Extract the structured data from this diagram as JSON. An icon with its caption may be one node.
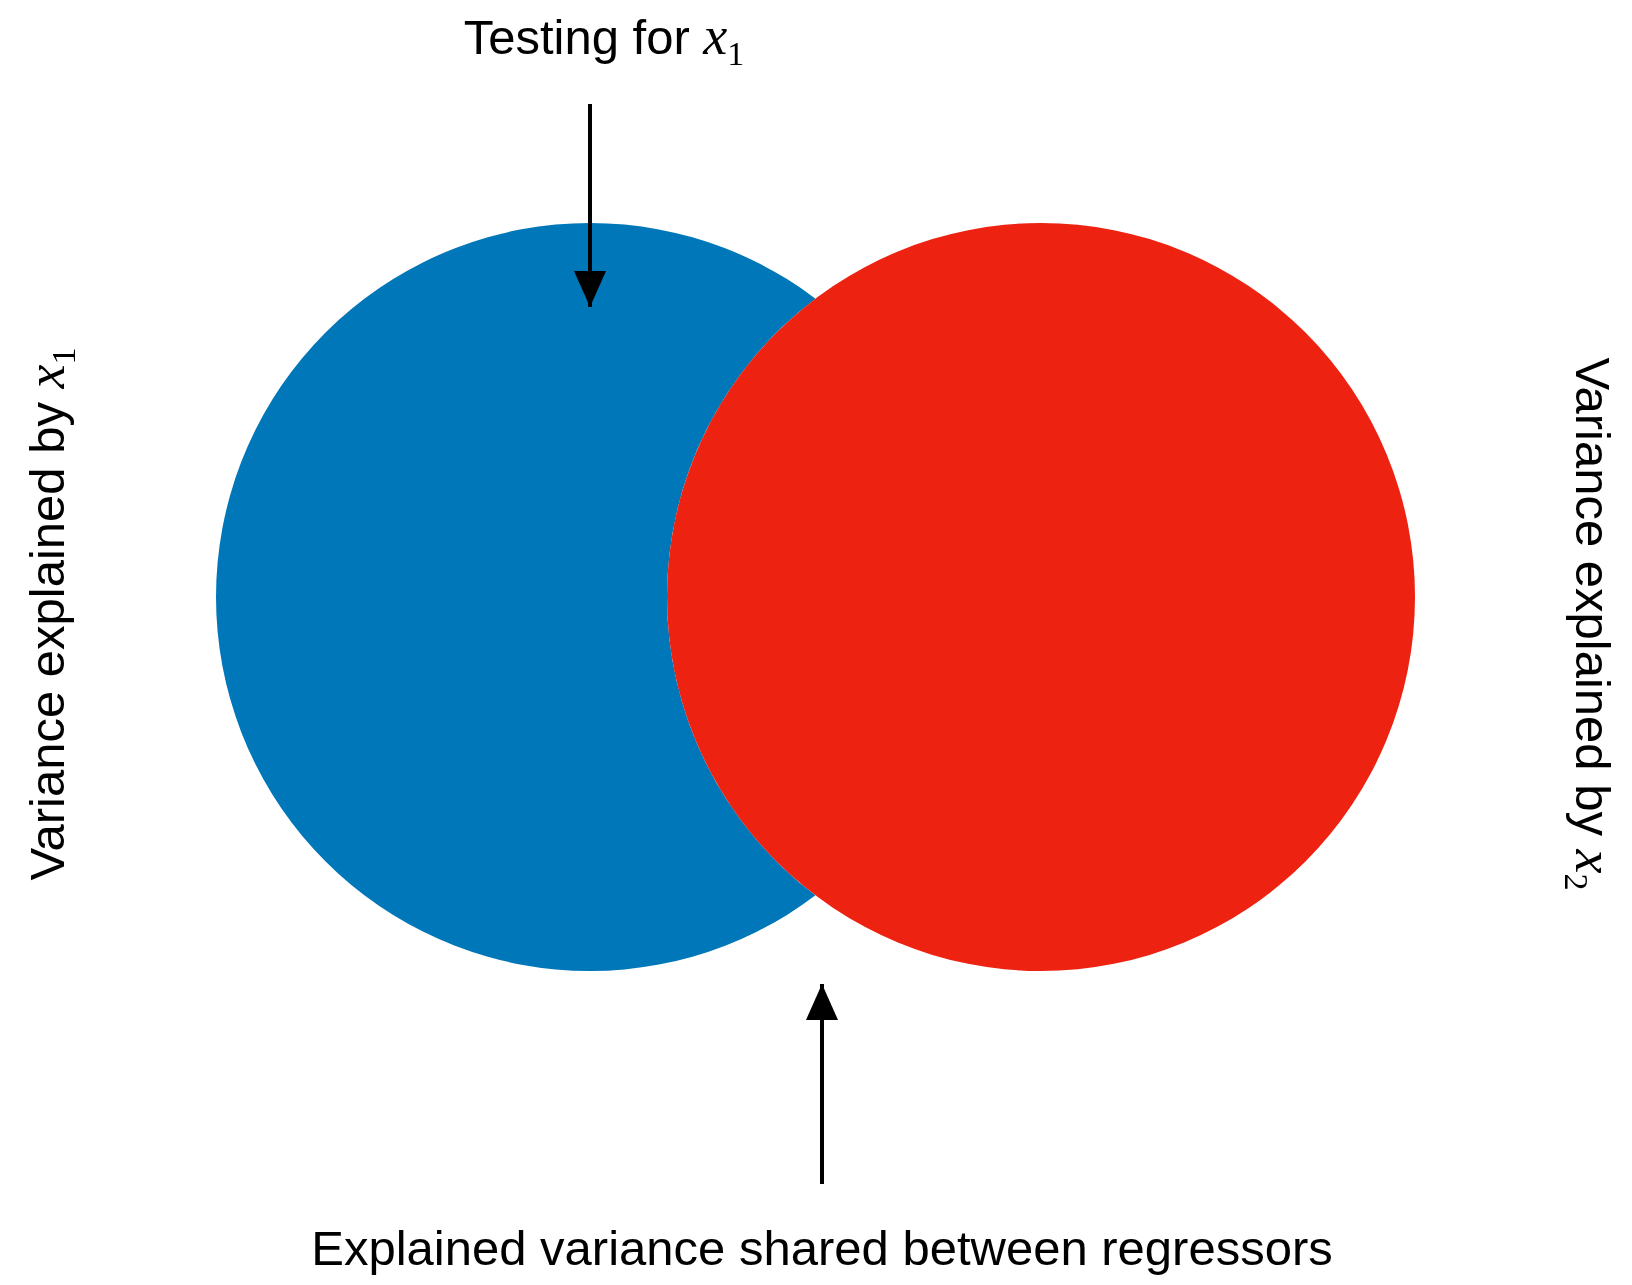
{
  "diagram": {
    "nodes": [
      {
        "text": [
          "Testing for *x*$_{1}$"
        ]
      },
      {
        "text": [],
        "shape": "circle",
        "beside": [
          "Variance explained by *x*$_{1}$"
        ]
      },
      {
        "text": [],
        "shape": "circle",
        "beside": [
          "Variance explained by *x*$_{2}$"
        ]
      },
      {
        "text": [
          "Explained variance shared between regressors"
        ]
      }
    ],
    "edges": [
      {
        "from": 0,
        "to": 1,
        "arrow": "to"
      },
      {
        "from": 3,
        "to": null,
        "arrow": "to"
      }
    ]
  }
}
